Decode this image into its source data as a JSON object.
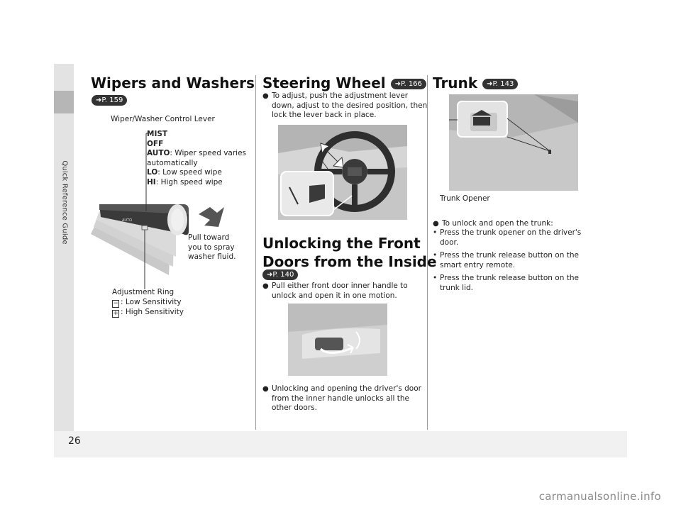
{
  "sidebar": {
    "label": "Quick Reference Guide"
  },
  "page_number": "26",
  "watermark": "carmanualsonline.info",
  "wipers": {
    "title": "Wipers and Washers",
    "ref": "P. 159",
    "control_label": "Wiper/Washer Control Lever",
    "mist": "MIST",
    "off": "OFF",
    "auto_key": "AUTO",
    "auto_desc": ": Wiper speed varies",
    "auto_desc2": "automatically",
    "lo_key": "LO",
    "lo_desc": ": Low speed wipe",
    "hi_key": "HI",
    "hi_desc": ": High speed wipe",
    "pull1": "Pull toward",
    "pull2": "you to spray",
    "pull3": "washer fluid.",
    "ring": "Adjustment Ring",
    "minus_sym": "−",
    "low_sens": ": Low Sensitivity",
    "plus_sym": "+",
    "high_sens": ": High Sensitivity"
  },
  "steering": {
    "title": "Steering Wheel",
    "ref": "P. 166",
    "bullet1_l1": "To adjust, push the adjustment lever",
    "bullet1_l2": "down, adjust to the desired position, then",
    "bullet1_l3": "lock the lever back in place."
  },
  "doors": {
    "title_l1": "Unlocking the Front",
    "title_l2": "Doors from the Inside",
    "ref": "P. 140",
    "bullet1_l1": "Pull either front door inner handle to",
    "bullet1_l2": "unlock and open it in one motion.",
    "bullet2_l1": "Unlocking and opening the driver's door",
    "bullet2_l2": "from the inner handle unlocks all the",
    "bullet2_l3": "other doors."
  },
  "trunk": {
    "title": "Trunk",
    "ref": "P. 143",
    "opener_label": "Trunk Opener",
    "bullet1": "To unlock and open the trunk:",
    "dot1_l1": "Press the trunk opener on the driver's",
    "dot1_l2": "door.",
    "dot2_l1": "Press the trunk release button on the",
    "dot2_l2": "smart entry remote.",
    "dot3_l1": "Press the trunk release button on the",
    "dot3_l2": "trunk lid."
  }
}
